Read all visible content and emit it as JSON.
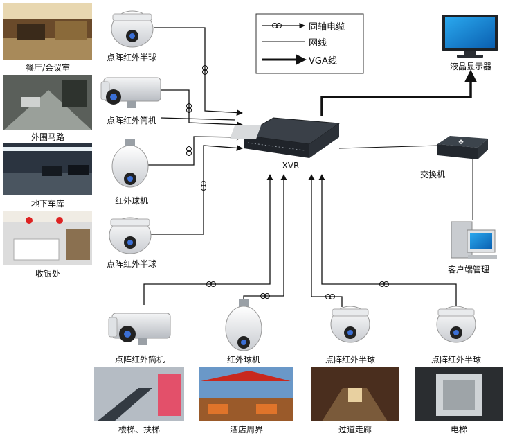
{
  "legend": {
    "coax": "同轴电缆",
    "network": "网线",
    "vga": "VGA线"
  },
  "center": {
    "label": "XVR"
  },
  "scenes": {
    "restaurant": "餐厅/会议室",
    "road": "外围马路",
    "garage": "地下车库",
    "cashier": "收银处",
    "stairs": "楼梯、扶梯",
    "hotel": "酒店周界",
    "corridor": "过道走廊",
    "elevator": "电梯"
  },
  "cameras": {
    "left1": "点阵红外半球",
    "left2": "点阵红外筒机",
    "left3": "红外球机",
    "left4": "点阵红外半球",
    "bottom1": "点阵红外筒机",
    "bottom2": "红外球机",
    "bottom3": "点阵红外半球",
    "bottom4": "点阵红外半球"
  },
  "devices": {
    "monitor": "液晶显示器",
    "switch": "交换机",
    "client": "客户端管理"
  }
}
